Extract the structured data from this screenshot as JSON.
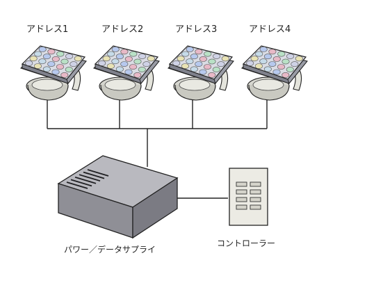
{
  "labels": {
    "address1": "アドレス1",
    "address2": "アドレス2",
    "address3": "アドレス3",
    "address4": "アドレス4",
    "power_data_supply": "パワー／データサプライ",
    "controller": "コントローラー"
  },
  "colors": {
    "line": "#222222",
    "box_top": "#b9b9bf",
    "box_front": "#8f8f96",
    "box_side": "#7b7b83",
    "controller_body": "#ecebe4",
    "controller_button": "#d5d4cb",
    "fixture_panel": "#dadce4",
    "led_colors": [
      "#b7c9ee",
      "#e8b9c7",
      "#b9e1c6",
      "#cfd2e6",
      "#e9e3b5",
      "#c6dbe9"
    ]
  }
}
